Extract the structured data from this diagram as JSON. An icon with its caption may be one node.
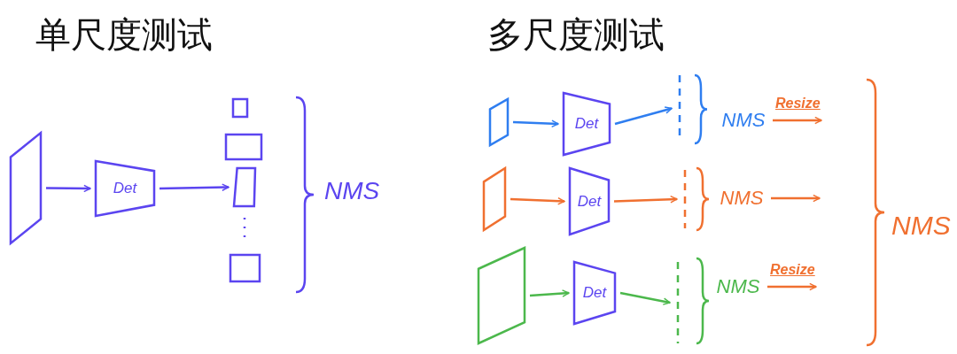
{
  "diagram": {
    "nodes": [
      {
        "text": [],
        "shape": "parallelogram"
      },
      {
        "text": [
          "Det"
        ]
      },
      {
        "text": [],
        "shape": "box"
      },
      {
        "text": [],
        "shape": "box"
      },
      {
        "text": [],
        "shape": "trapezoid"
      },
      {
        "text": [],
        "shape": "box"
      },
      {
        "text": [],
        "shape": "parallelogram"
      },
      {
        "text": [
          "Det"
        ]
      },
      {
        "text": [],
        "shape": "line"
      },
      {
        "text": [
          "NMS"
        ]
      },
      {
        "text": [],
        "shape": "parallelogram"
      },
      {
        "text": [
          "Det"
        ]
      },
      {
        "text": [],
        "shape": "line"
      },
      {
        "text": [
          "NMS"
        ]
      },
      {
        "text": [],
        "shape": "parallelogram"
      },
      {
        "text": [
          "Det"
        ]
      },
      {
        "text": [],
        "shape": "line"
      },
      {
        "text": [
          "NMS"
        ]
      }
    ],
    "edges": [
      {
        "from": 0,
        "to": 1,
        "arrow": "to",
        "color": "#5b45f0"
      },
      {
        "from": 1,
        "to": 4,
        "arrow": "to",
        "color": "#5b45f0"
      },
      {
        "from": 6,
        "to": 7,
        "arrow": "to",
        "color": "#2f7ef0"
      },
      {
        "from": 7,
        "to": 8,
        "arrow": "to",
        "color": "#2f7ef0"
      },
      {
        "from": 9,
        "to": null,
        "arrow": "to",
        "label": "Resize"
      },
      {
        "from": 10,
        "to": 11,
        "arrow": "to"
      },
      {
        "from": 11,
        "to": 12,
        "arrow": "to"
      },
      {
        "from": 13,
        "to": null,
        "arrow": "to"
      },
      {
        "from": 14,
        "to": 15,
        "arrow": "to",
        "color": "#4cb84c"
      },
      {
        "from": 15,
        "to": 16,
        "arrow": "to",
        "color": "#4cb84c"
      },
      {
        "from": 17,
        "to": null,
        "arrow": "to",
        "label": "Resize"
      }
    ],
    "labels": [
      "单尺度测试",
      "多尺度测试",
      "NMS",
      "NMS"
    ]
  }
}
